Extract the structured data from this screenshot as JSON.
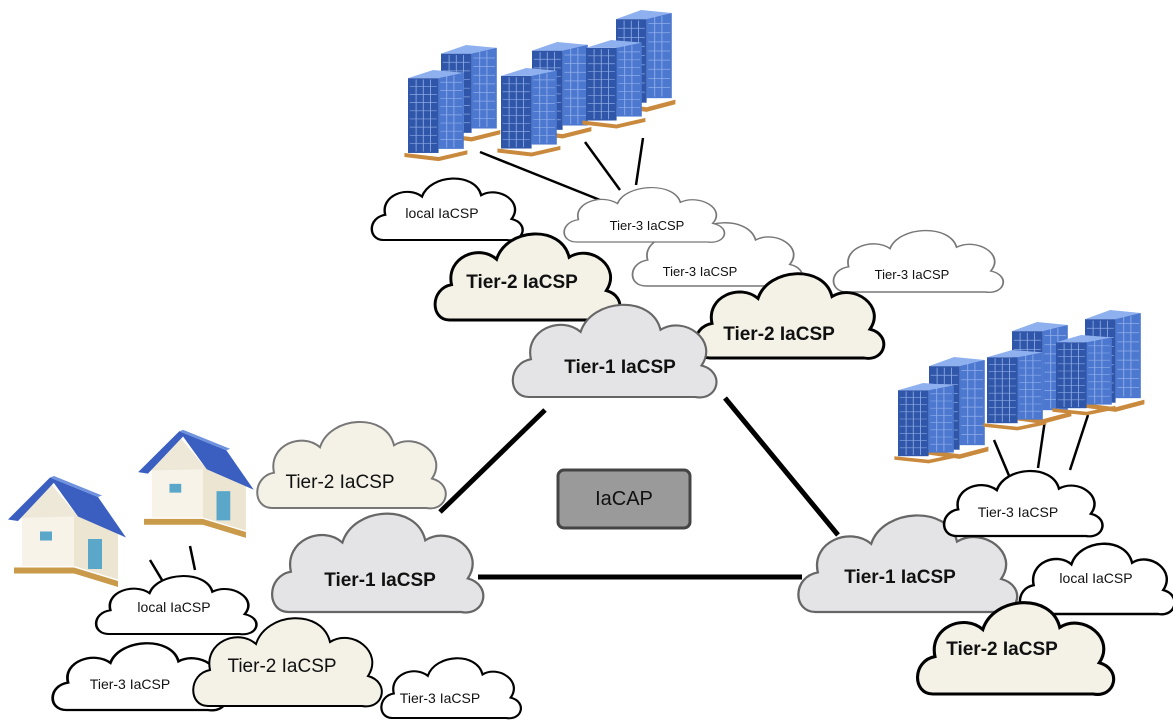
{
  "center_box": {
    "label": "IaCAP"
  },
  "clouds": {
    "top_local": "local IaCSP",
    "top_tier3_a": "Tier-3 IaCSP",
    "top_tier3_b": "Tier-3 IaCSP",
    "top_tier3_c": "Tier-3 IaCSP",
    "top_tier2_a": "Tier-2 IaCSP",
    "top_tier2_b": "Tier-2 IaCSP",
    "top_tier1": "Tier-1 IaCSP",
    "left_tier2_top": "Tier-2 IaCSP",
    "left_tier1": "Tier-1 IaCSP",
    "left_local": "local IaCSP",
    "left_tier3_a": "Tier-3 IaCSP",
    "left_tier2_bottom": "Tier-2 IaCSP",
    "left_tier3_b": "Tier-3 IaCSP",
    "right_tier3": "Tier-3 IaCSP",
    "right_tier1": "Tier-1 IaCSP",
    "right_local": "local IaCSP",
    "right_tier2": "Tier-2 IaCSP"
  },
  "colors": {
    "cloud_gray": "#e4e4e6",
    "cloud_cream": "#f4f1e6",
    "cloud_white": "#ffffff",
    "building_blue": "#3a5fb5",
    "roof_blue": "#3a5fc0",
    "box_gray": "#9a9a9a"
  }
}
